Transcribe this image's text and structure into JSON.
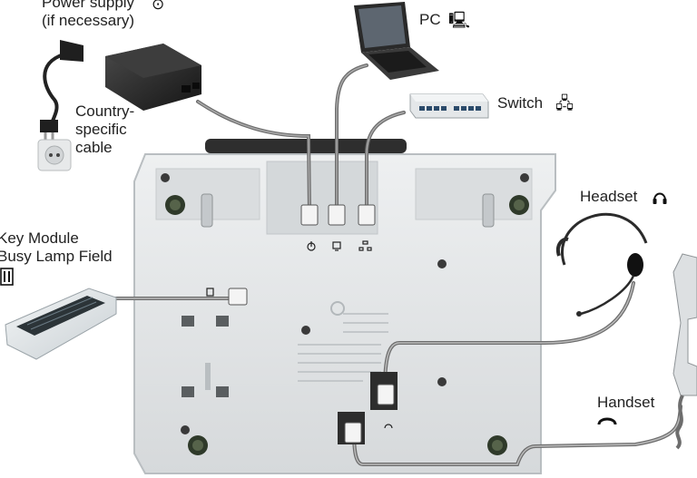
{
  "labels": {
    "power_supply": [
      "Power supply",
      "(if necessary)"
    ],
    "country_cable": [
      "Country-",
      "specific",
      "cable"
    ],
    "pc": "PC",
    "switch": "Switch",
    "headset": "Headset",
    "key_module": [
      "Key Module",
      "Busy Lamp Field"
    ],
    "handset": "Handset"
  },
  "icons": {
    "power": "power-icon",
    "pc": "pc-monitor-icon",
    "switch": "network-switch-icon",
    "headset": "headset-icon",
    "key_module": "key-module-icon",
    "handset": "handset-icon"
  },
  "colors": {
    "phone_body": "#e3e6e8",
    "phone_edge": "#c9cdd0",
    "cable": "#6d6d6d",
    "power_supply": "#2b2b2b"
  }
}
